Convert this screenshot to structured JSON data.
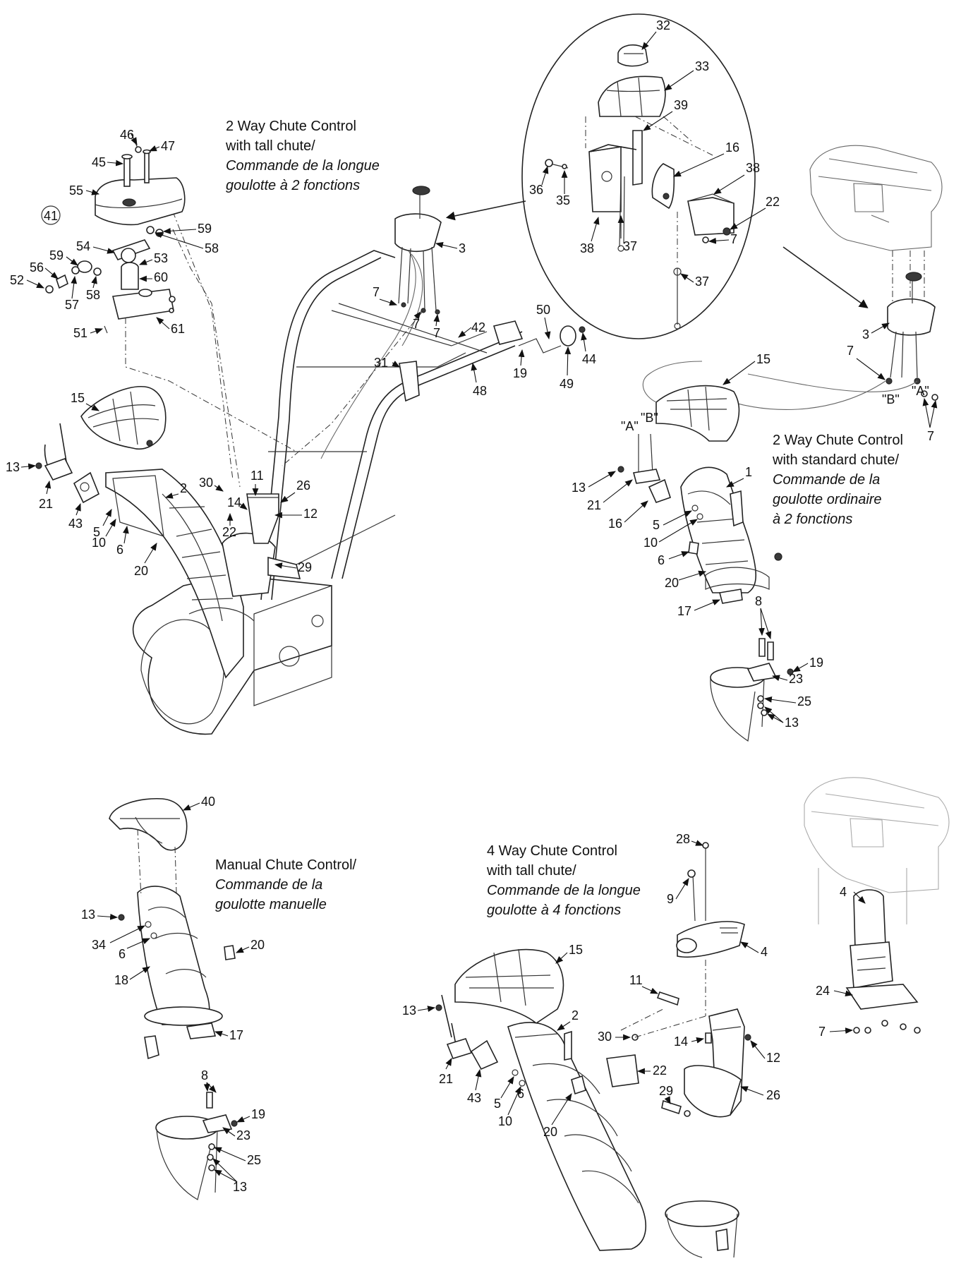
{
  "captions": {
    "two_way_tall": [
      "2 Way Chute Control",
      "with tall chute/",
      "Commande de la longue",
      "goulotte à 2 fonctions"
    ],
    "two_way_standard": [
      "2 Way Chute Control",
      "with standard chute/",
      "Commande de la",
      "goulotte ordinaire",
      "à 2 fonctions"
    ],
    "manual": [
      "Manual Chute Control/",
      "Commande de la",
      "goulotte manuelle"
    ],
    "four_way_tall": [
      "4 Way Chute Control",
      "with tall chute/",
      "Commande de la longue",
      "goulotte à 4 fonctions"
    ]
  },
  "callouts": {
    "c32": "32",
    "c33": "33",
    "c39": "39",
    "c16a": "16",
    "c38a": "38",
    "c36": "36",
    "c35": "35",
    "c22a": "22",
    "c38b": "38",
    "c37a": "37",
    "c7a": "7",
    "c37b": "37",
    "c46": "46",
    "c47": "47",
    "c45": "45",
    "c55": "55",
    "c41": "41",
    "c59a": "59",
    "c58a": "58",
    "c54": "54",
    "c59b": "59",
    "c56": "56",
    "c53": "53",
    "c52": "52",
    "c60": "60",
    "c57": "57",
    "c58b": "58",
    "c51": "51",
    "c61": "61",
    "c3a": "3",
    "c7b": "7",
    "c7c": "7",
    "c7d": "7",
    "c42": "42",
    "c50": "50",
    "c44": "44",
    "c31": "31",
    "c19a": "19",
    "c48": "48",
    "c49": "49",
    "c15a": "15",
    "c13a": "13",
    "c2a": "2",
    "c30a": "30",
    "c11a": "11",
    "c26a": "26",
    "c14a": "14",
    "c12a": "12",
    "c22b": "22",
    "c21a": "21",
    "c43a": "43",
    "c5a": "5",
    "c10a": "10",
    "c6a": "6",
    "c20a": "20",
    "c29a": "29",
    "c3b": "3",
    "c7e": "7",
    "cB1": "\"B\"",
    "cA1": "\"A\"",
    "c7f": "7",
    "c15b": "15",
    "cA2": "\"A\"",
    "cB2": "\"B\"",
    "c13b": "13",
    "c21b": "21",
    "c1": "1",
    "c16b": "16",
    "c5b": "5",
    "c10b": "10",
    "c6b": "6",
    "c20b": "20",
    "c17a": "17",
    "c8a": "8",
    "c19b": "19",
    "c23a": "23",
    "c25a": "25",
    "c13c": "13",
    "c40": "40",
    "c13d": "13",
    "c34": "34",
    "c6c": "6",
    "c20c": "20",
    "c18": "18",
    "c17b": "17",
    "c8b": "8",
    "c19c": "19",
    "c23b": "23",
    "c25b": "25",
    "c13e": "13",
    "c28": "28",
    "c9": "9",
    "c4a": "4",
    "c11b": "11",
    "c15c": "15",
    "c13f": "13",
    "c2b": "2",
    "c30b": "30",
    "c14b": "14",
    "c12b": "12",
    "c22c": "22",
    "c21c": "21",
    "c43b": "43",
    "c5c": "5",
    "c6d": "6",
    "c10c": "10",
    "c20d": "20",
    "c29b": "29",
    "c26b": "26",
    "c4b": "4",
    "c24": "24",
    "c7g": "7"
  }
}
